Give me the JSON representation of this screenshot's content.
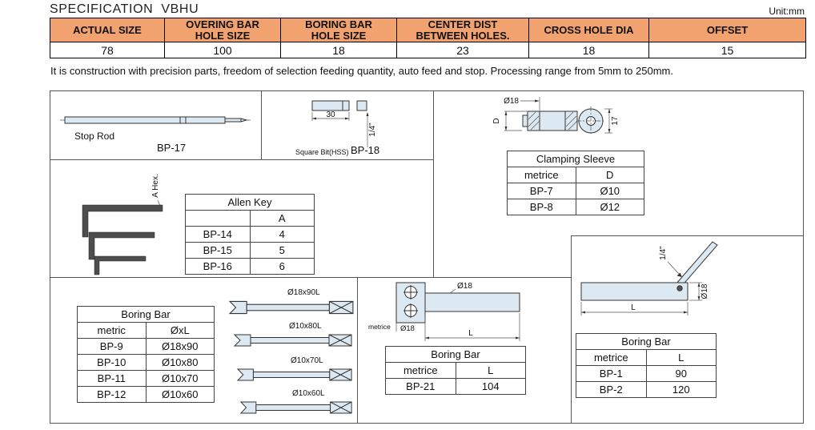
{
  "page": {
    "title": "SPECIFICATION  VBHU",
    "unit_label": "Unit:mm",
    "description": "It is construction with precision parts, freedom of selection feeding quantity, auto feed and stop. Processing range from 5mm to 250mm.",
    "colors": {
      "header_orange": "#F1A26E",
      "drawing_fill": "#DCE9F2",
      "line": "#444444"
    }
  },
  "spec_table": {
    "columns": [
      {
        "line1": "ACTUAL SIZE",
        "line2": "",
        "value": "78"
      },
      {
        "line1": "OVERING BAR",
        "line2": "HOLE SIZE",
        "value": "100"
      },
      {
        "line1": "BORING BAR",
        "line2": "HOLE SIZE",
        "value": "18"
      },
      {
        "line1": "CENTER DIST",
        "line2": "BETWEEN HOLES.",
        "value": "23"
      },
      {
        "line1": "CROSS HOLE DIA",
        "line2": "",
        "value": "18"
      },
      {
        "line1": "OFFSET",
        "line2": "",
        "value": "15"
      }
    ]
  },
  "stop_rod": {
    "label": "Stop Rod",
    "model": "BP-17"
  },
  "square_bit": {
    "dim_length": "30",
    "dim_size": "1/4\"",
    "caption": "Square Bit(HSS)",
    "model": "BP-18"
  },
  "clamping_sleeve": {
    "dim_outer": "Ø18",
    "dim_bore": "D",
    "dim_height": "17",
    "table": {
      "title": "Clamping Sleeve",
      "col_model": "metrice",
      "col_value": "D",
      "rows": [
        {
          "model": "BP-7",
          "value": "Ø10"
        },
        {
          "model": "BP-8",
          "value": "Ø12"
        }
      ]
    }
  },
  "allen_key": {
    "dim_label": "A Hex.",
    "table": {
      "title": "Allen Key",
      "col_model": "",
      "col_value": "A",
      "rows": [
        {
          "model": "BP-14",
          "value": "4"
        },
        {
          "model": "BP-15",
          "value": "5"
        },
        {
          "model": "BP-16",
          "value": "6"
        }
      ]
    }
  },
  "boring_bar_set": {
    "table": {
      "title": "Boring Bar",
      "col_model": "metric",
      "col_value": "ØxL",
      "rows": [
        {
          "model": "BP-9",
          "value": "Ø18x90"
        },
        {
          "model": "BP-10",
          "value": "Ø10x80"
        },
        {
          "model": "BP-11",
          "value": "Ø10x70"
        },
        {
          "model": "BP-12",
          "value": "Ø10x60"
        }
      ]
    },
    "bars": [
      {
        "label": "Ø18x90L"
      },
      {
        "label": "Ø10x80L"
      },
      {
        "label": "Ø10x70L"
      },
      {
        "label": "Ø10x60L"
      }
    ]
  },
  "boring_bar_mid": {
    "dim_shank": "Ø18",
    "dim_label": "metrice",
    "dim_hole": "Ø18",
    "dim_length": "L",
    "table": {
      "title": "Boring Bar",
      "col_model": "metrice",
      "col_value": "L",
      "rows": [
        {
          "model": "BP-21",
          "value": "104"
        }
      ]
    }
  },
  "boring_bar_right": {
    "dim_bit": "1/4\"",
    "dim_shank": "Ø18",
    "dim_length": "L",
    "table": {
      "title": "Boring Bar",
      "col_model": "metrice",
      "col_value": "L",
      "rows": [
        {
          "model": "BP-1",
          "value": "90"
        },
        {
          "model": "BP-2",
          "value": "120"
        }
      ]
    }
  }
}
